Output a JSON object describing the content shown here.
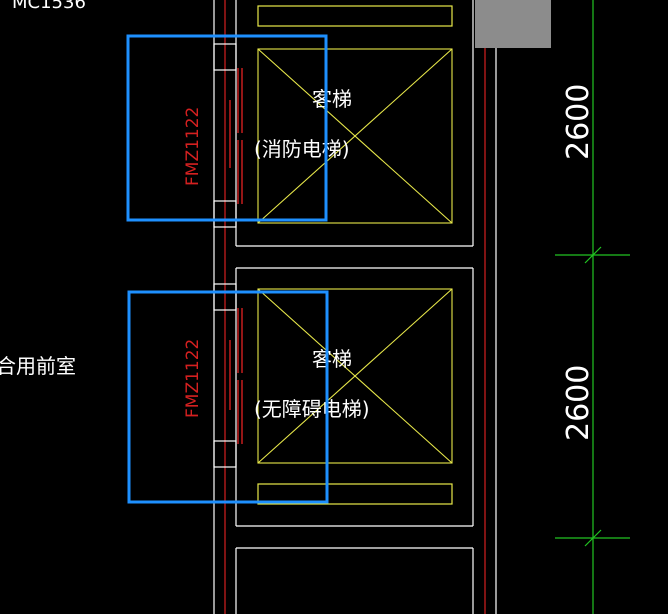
{
  "drawing": {
    "label_top_left": "MC1536",
    "room_label": "合用前室",
    "elevator_1": {
      "name": "客梯",
      "type": "(消防电梯)",
      "door_code": "FMZ1122"
    },
    "elevator_2": {
      "name": "客梯",
      "type": "(无障碍电梯)",
      "door_code": "FMZ1122"
    },
    "dimension_1": "2600",
    "dimension_2": "2600"
  },
  "colors": {
    "background": "#000000",
    "wall_lines": "#ffffff",
    "elevator_car": "#e8e84a",
    "door_red": "#d42020",
    "highlight_box": "#1e90ff",
    "dimension_green": "#22c422",
    "grey_fill": "#8c8c8c"
  }
}
